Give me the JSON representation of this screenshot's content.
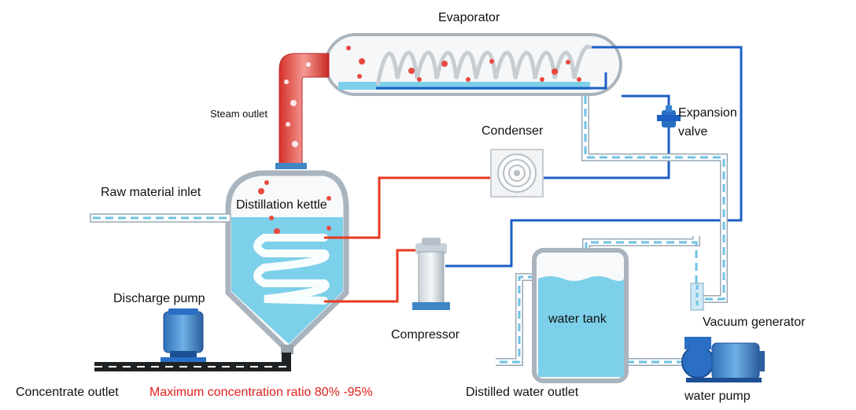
{
  "labels": {
    "evaporator": "Evaporator",
    "steam_outlet": "Steam outlet",
    "expansion_valve_line1": "Expansion",
    "expansion_valve_line2": "valve",
    "condenser": "Condenser",
    "raw_material_inlet": "Raw material inlet",
    "distillation_kettle": "Distillation kettle",
    "discharge_pump": "Discharge pump",
    "compressor": "Compressor",
    "water_tank": "water tank",
    "vacuum_generator": "Vacuum generator",
    "concentrate_outlet": "Concentrate outlet",
    "max_concentration": "Maximum concentration ratio 80% -95%",
    "distilled_water_outlet": "Distilled water outlet",
    "water_pump": "water pump"
  },
  "colors": {
    "hot_line": "#e8391e",
    "cold_line": "#1d5fc4",
    "water_fill": "#7dd0ea",
    "vessel_outline": "#a9b4be",
    "accent_text": "#e0201b"
  }
}
